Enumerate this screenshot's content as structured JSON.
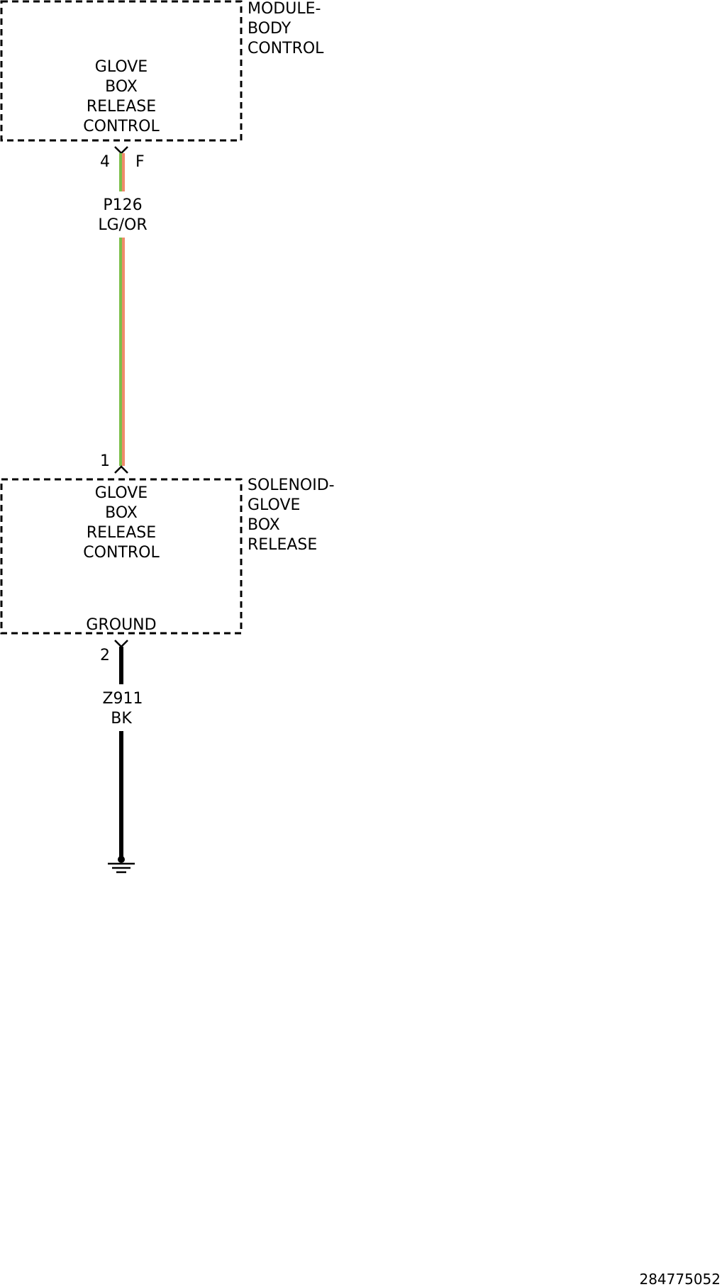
{
  "module_body_control": {
    "component_label": [
      "MODULE-",
      "BODY",
      "CONTROL"
    ],
    "function_label": [
      "GLOVE",
      "BOX",
      "RELEASE",
      "CONTROL"
    ],
    "pin": "4",
    "connector": "F"
  },
  "wire_signal": {
    "circuit": "P126",
    "color_code": "LG/OR",
    "colors": [
      "#7cbf4a",
      "#f08a6c"
    ]
  },
  "solenoid_glove_box_release": {
    "component_label": [
      "SOLENOID-",
      "GLOVE",
      "BOX",
      "RELEASE"
    ],
    "function_label": [
      "GLOVE",
      "BOX",
      "RELEASE",
      "CONTROL"
    ],
    "ground_label": "GROUND",
    "pin_in": "1",
    "pin_out": "2"
  },
  "wire_ground": {
    "circuit": "Z911",
    "color_code": "BK",
    "color": "#000000"
  },
  "ground_symbol": "ground-icon",
  "figure_id": "284775052"
}
